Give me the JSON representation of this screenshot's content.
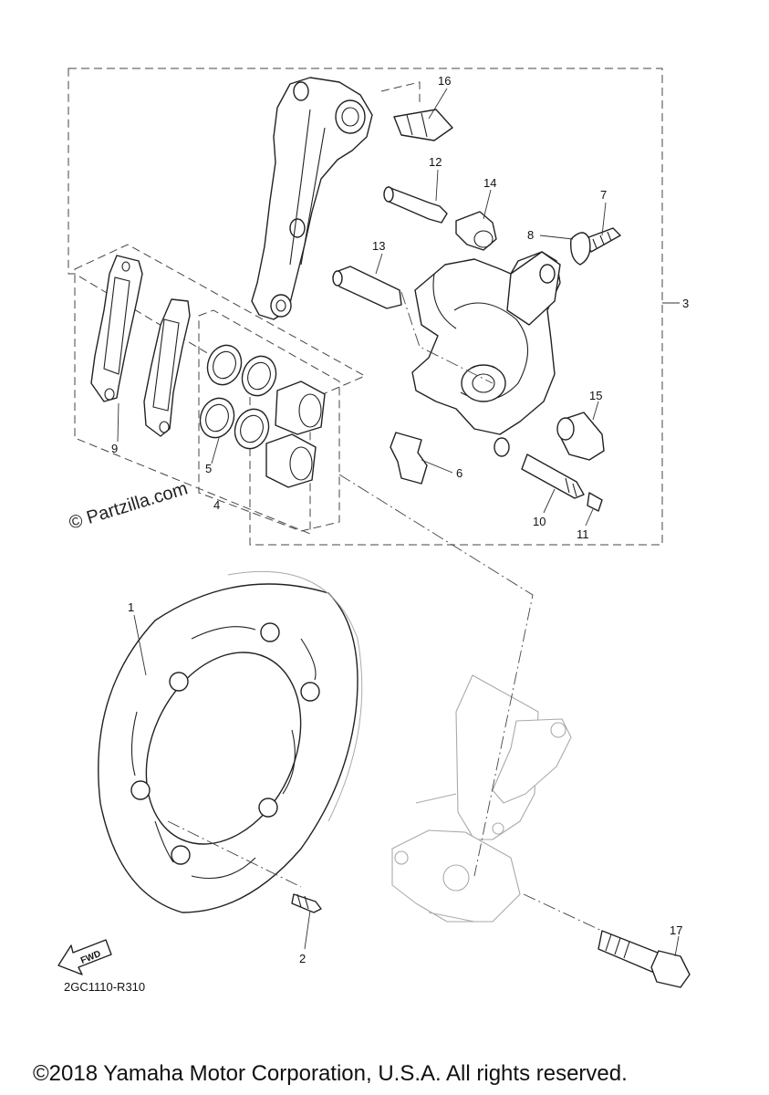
{
  "diagram": {
    "callouts": {
      "c1": "1",
      "c2": "2",
      "c3": "3",
      "c4": "4",
      "c5": "5",
      "c6": "6",
      "c7": "7",
      "c8": "8",
      "c9": "9",
      "c10": "10",
      "c11": "11",
      "c12": "12",
      "c13": "13",
      "c14": "14",
      "c15": "15",
      "c16": "16",
      "c17": "17"
    },
    "fwd_label": "FWD",
    "diagram_code": "2GC1110-R310",
    "watermark": "© Partzilla.com"
  },
  "footer": {
    "copyright": "©2018 Yamaha Motor Corporation, U.S.A. All rights reserved."
  }
}
